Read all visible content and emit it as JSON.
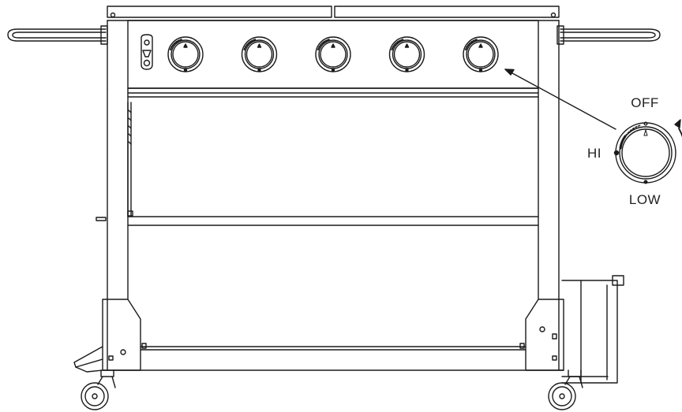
{
  "dial_callout": {
    "off_label": "OFF",
    "hi_label": "HI",
    "low_label": "LOW"
  },
  "grill": {
    "knob_count": 5
  },
  "colors": {
    "line": "#1a1a1a",
    "background": "#ffffff"
  }
}
